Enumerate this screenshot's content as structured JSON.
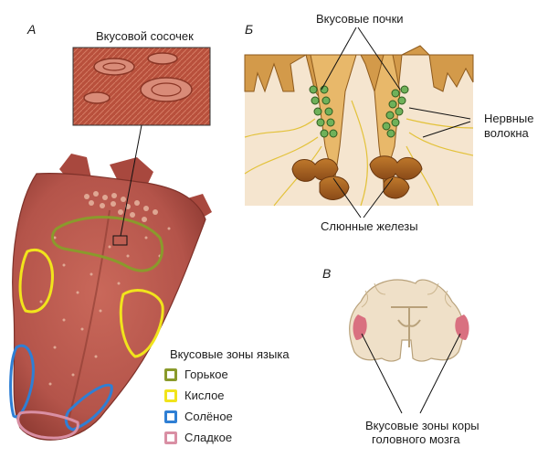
{
  "panels": {
    "a": {
      "letter": "А",
      "papilla_label": "Вкусовой сосочек"
    },
    "b": {
      "letter": "Б",
      "taste_buds_label": "Вкусовые почки",
      "nerve_label_line1": "Нервные",
      "nerve_label_line2": "волокна",
      "glands_label": "Слюнные железы"
    },
    "c": {
      "letter": "В",
      "cortex_label_line1": "Вкусовые зоны коры",
      "cortex_label_line2": "головного мозга"
    }
  },
  "legend": {
    "title": "Вкусовые зоны языка",
    "items": [
      {
        "label": "Горькое",
        "color": "#8a9a2c"
      },
      {
        "label": "Кислое",
        "color": "#f1e41c"
      },
      {
        "label": "Солёное",
        "color": "#2f7fd4"
      },
      {
        "label": "Сладкое",
        "color": "#d98fa4"
      }
    ]
  },
  "colors": {
    "tongue": "#b8564a",
    "tongue_dark": "#8e3a32",
    "tissue": "#f5e5cf",
    "papilla_wall": "#d39a4a",
    "gland": "#a8601e",
    "nerve": "#e3c23a",
    "brain": "#efe0c8",
    "cortex_zone": "#d97080"
  }
}
